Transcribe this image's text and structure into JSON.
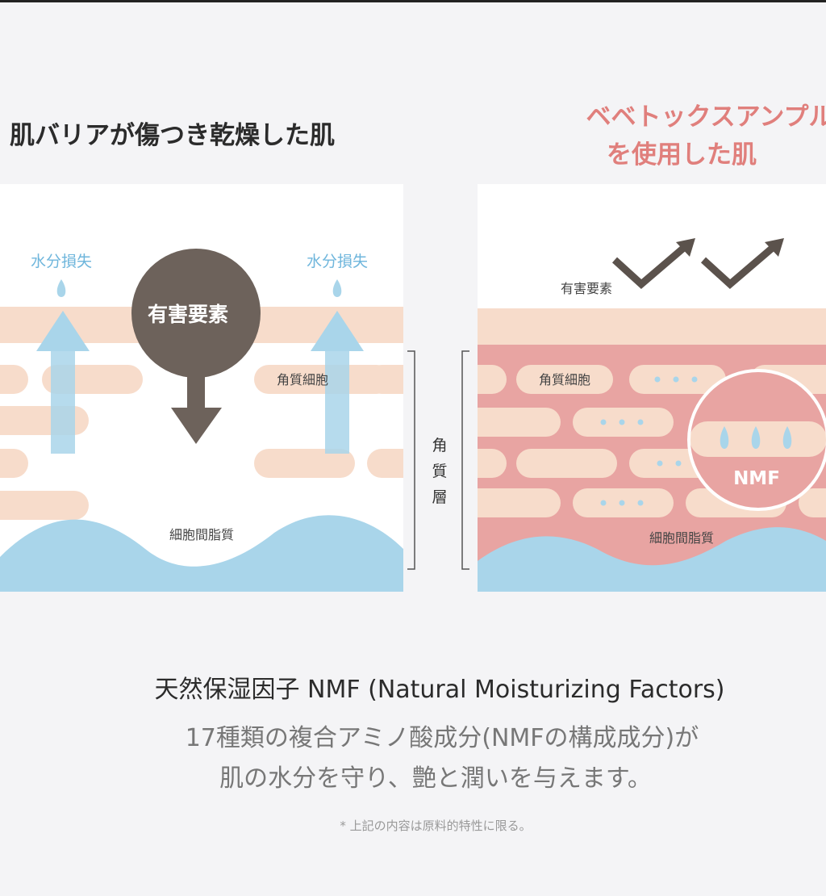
{
  "left": {
    "title": "肌バリアが傷つき乾燥した肌",
    "water_loss_left": "水分損失",
    "water_loss_right": "水分損失",
    "harmful": "有害要素",
    "keratinocyte": "角質細胞",
    "lipid": "細胞間脂質"
  },
  "middle": {
    "stratum": [
      "角",
      "質",
      "層"
    ]
  },
  "right": {
    "title_line1": "ベベトックスアンプル",
    "title_line2": "を使用した肌",
    "harmful": "有害要素",
    "keratinocyte": "角質細胞",
    "nmf": "NMF",
    "lipid": "細胞間脂質"
  },
  "caption": {
    "heading": "天然保湿因子 NMF (Natural Moisturizing Factors)",
    "line1": "17種類の複合アミノ酸成分(NMFの構成成分)が",
    "line2": "肌の水分を守り、艶と潤いを与えます。",
    "footnote": "* 上記の内容は原料的特性に限る。"
  },
  "colors": {
    "pink": "#e07f7c",
    "skin": "#f7dccb",
    "red_layer": "#e8a4a2",
    "water": "#a9d5ea",
    "brown": "#6d625b",
    "blue_text": "#6fb6dc"
  }
}
